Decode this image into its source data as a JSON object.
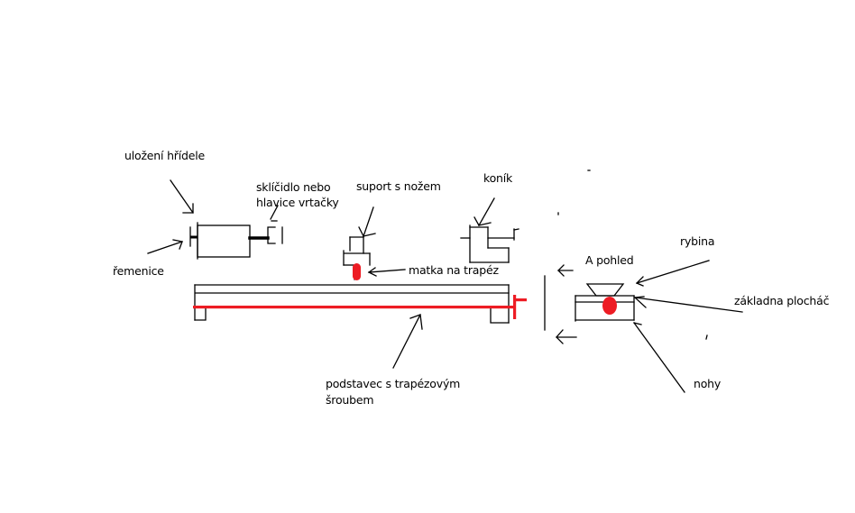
{
  "colors": {
    "ink": "#000000",
    "accent": "#ed1c24",
    "background": "#ffffff"
  },
  "labels": {
    "shaft_bearing": "uložení hřídele",
    "pulley": "řemenice",
    "chuck_line1": "sklíčidlo nebo",
    "chuck_line2": "hlavice vrtačky",
    "tool_carriage": "suport s nožem",
    "tailstock": "koník",
    "lead_nut": "matka na trapéz",
    "base_line1": "podstavec s trapézovým",
    "base_line2": "šroubem",
    "view_a": "A pohled",
    "dovetail": "rybina",
    "planer_base": "základna plocháč",
    "legs": "nohy"
  }
}
